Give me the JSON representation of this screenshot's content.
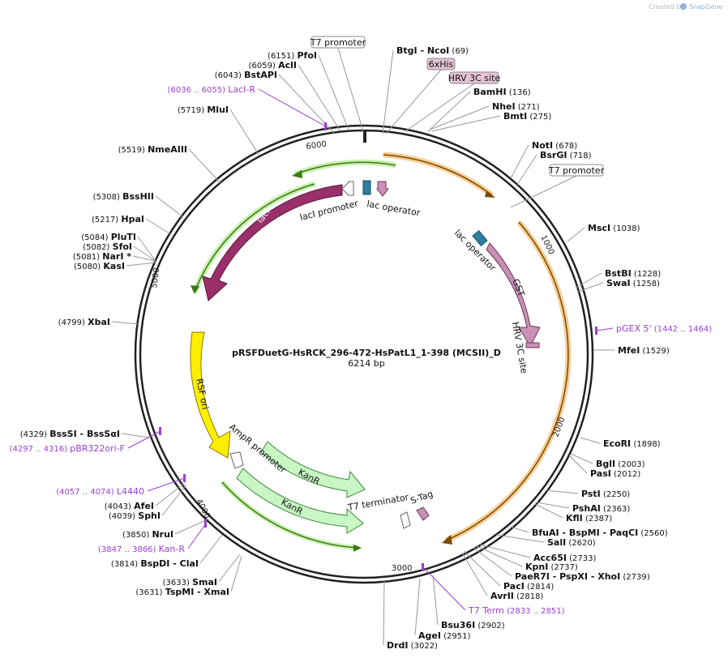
{
  "credit": {
    "created_by": "Created by",
    "brand": "SnapGene"
  },
  "title": {
    "name": "pRSFDuetG-HsRCK_296-472-HsPatL1_1-398 (MCSII)_D",
    "size": "6214 bp"
  },
  "features": {
    "laci": "lacI",
    "laci_promoter": "lacI promoter",
    "lac_operator": "lac operator",
    "gst": "GST",
    "hrv_3c_site": "HRV 3C site",
    "rsf_ori": "RSF ori",
    "ampr_promoter": "AmpR promoter",
    "kanr": "KanR",
    "t7_terminator": "T7 terminator",
    "s_tag": "S-Tag"
  },
  "ticks": [
    "1000",
    "2000",
    "3000",
    "4000",
    "5000",
    "6000"
  ],
  "boxed": [
    {
      "text": "T7 promoter",
      "style": "white"
    },
    {
      "text": "6xHis",
      "style": "pink"
    },
    {
      "text": "HRV 3C site",
      "style": "pink"
    },
    {
      "text": "T7 promoter",
      "style": "white"
    }
  ],
  "enzymes_right": [
    {
      "name": "BtgI",
      "name2": "NcoI",
      "pos": "(69)"
    },
    {
      "name": "BamHI",
      "pos": "(136)"
    },
    {
      "name": "NheI",
      "pos": "(271)"
    },
    {
      "name": "BmtI",
      "pos": "(275)"
    },
    {
      "name": "NotI",
      "pos": "(678)"
    },
    {
      "name": "BsrGI",
      "pos": "(718)"
    },
    {
      "name": "MscI",
      "pos": "(1038)"
    },
    {
      "name": "BstBI",
      "pos": "(1228)"
    },
    {
      "name": "SwaI",
      "pos": "(1258)"
    },
    {
      "name": "MfeI",
      "pos": "(1529)"
    },
    {
      "name": "EcoRI",
      "pos": "(1898)"
    },
    {
      "name": "BglI",
      "pos": "(2003)"
    },
    {
      "name": "PasI",
      "pos": "(2012)"
    },
    {
      "name": "PstI",
      "pos": "(2250)"
    },
    {
      "name": "PshAI",
      "pos": "(2363)"
    },
    {
      "name": "KflI",
      "pos": "(2387)"
    },
    {
      "name": "BfuAI",
      "name2": "BspMI",
      "name3": "PaqCI",
      "pos": "(2560)"
    },
    {
      "name": "SalI",
      "pos": "(2620)"
    },
    {
      "name": "Acc65I",
      "pos": "(2733)"
    },
    {
      "name": "KpnI",
      "pos": "(2737)"
    },
    {
      "name": "PaeR7I",
      "name2": "PspXI",
      "name3": "XhoI",
      "pos": "(2739)"
    },
    {
      "name": "PacI",
      "pos": "(2814)"
    },
    {
      "name": "AvrII",
      "pos": "(2818)"
    },
    {
      "name": "Bsu36I",
      "pos": "(2902)"
    },
    {
      "name": "AgeI",
      "pos": "(2951)"
    },
    {
      "name": "DrdI",
      "pos": "(3022)"
    }
  ],
  "enzymes_left": [
    {
      "name": "PfoI",
      "pos": "(6151)"
    },
    {
      "name": "AclI",
      "pos": "(6059)"
    },
    {
      "name": "BstAPI",
      "pos": "(6043)"
    },
    {
      "name": "MluI",
      "pos": "(5719)"
    },
    {
      "name": "NmeAIII",
      "pos": "(5519)"
    },
    {
      "name": "BssHII",
      "pos": "(5308)"
    },
    {
      "name": "HpaI",
      "pos": "(5217)"
    },
    {
      "name": "PluTI",
      "pos": "(5084)"
    },
    {
      "name": "SfoI",
      "pos": "(5082)"
    },
    {
      "name": "NarI *",
      "pos": "(5081)"
    },
    {
      "name": "KasI",
      "pos": "(5080)"
    },
    {
      "name": "XbaI",
      "pos": "(4799)"
    },
    {
      "name": "BssSI",
      "name2": "BssSαI",
      "pos": "(4329)"
    },
    {
      "name": "AfeI",
      "pos": "(4043)"
    },
    {
      "name": "SphI",
      "pos": "(4039)"
    },
    {
      "name": "NruI",
      "pos": "(3850)"
    },
    {
      "name": "BspDI",
      "name2": "ClaI",
      "pos": "(3814)"
    },
    {
      "name": "SmaI",
      "pos": "(3633)"
    },
    {
      "name": "TspMI",
      "name2": "XmaI",
      "pos": "(3631)"
    }
  ],
  "primers": [
    {
      "name": "LacI-R",
      "range": "(6036 .. 6055)"
    },
    {
      "name": "pGEX 5'",
      "range": "(1442 .. 1464)"
    },
    {
      "name": "pBR322ori-F",
      "range": "(4297 .. 4316)"
    },
    {
      "name": "L4440",
      "range": "(4057 .. 4074)"
    },
    {
      "name": "Kan-R",
      "range": "(3847 .. 3866)"
    },
    {
      "name": "T7 Term",
      "range": "(2833 .. 2851)"
    }
  ],
  "colors": {
    "primer": "#9b3fd0",
    "laci": "#9a2f6a",
    "gst": "#c890b4",
    "rsf_ori": "#ffee00",
    "kanr": "#c8f7c5",
    "highlight_orange": "#f5c98a",
    "lac_operator": "#2b7f9f"
  }
}
